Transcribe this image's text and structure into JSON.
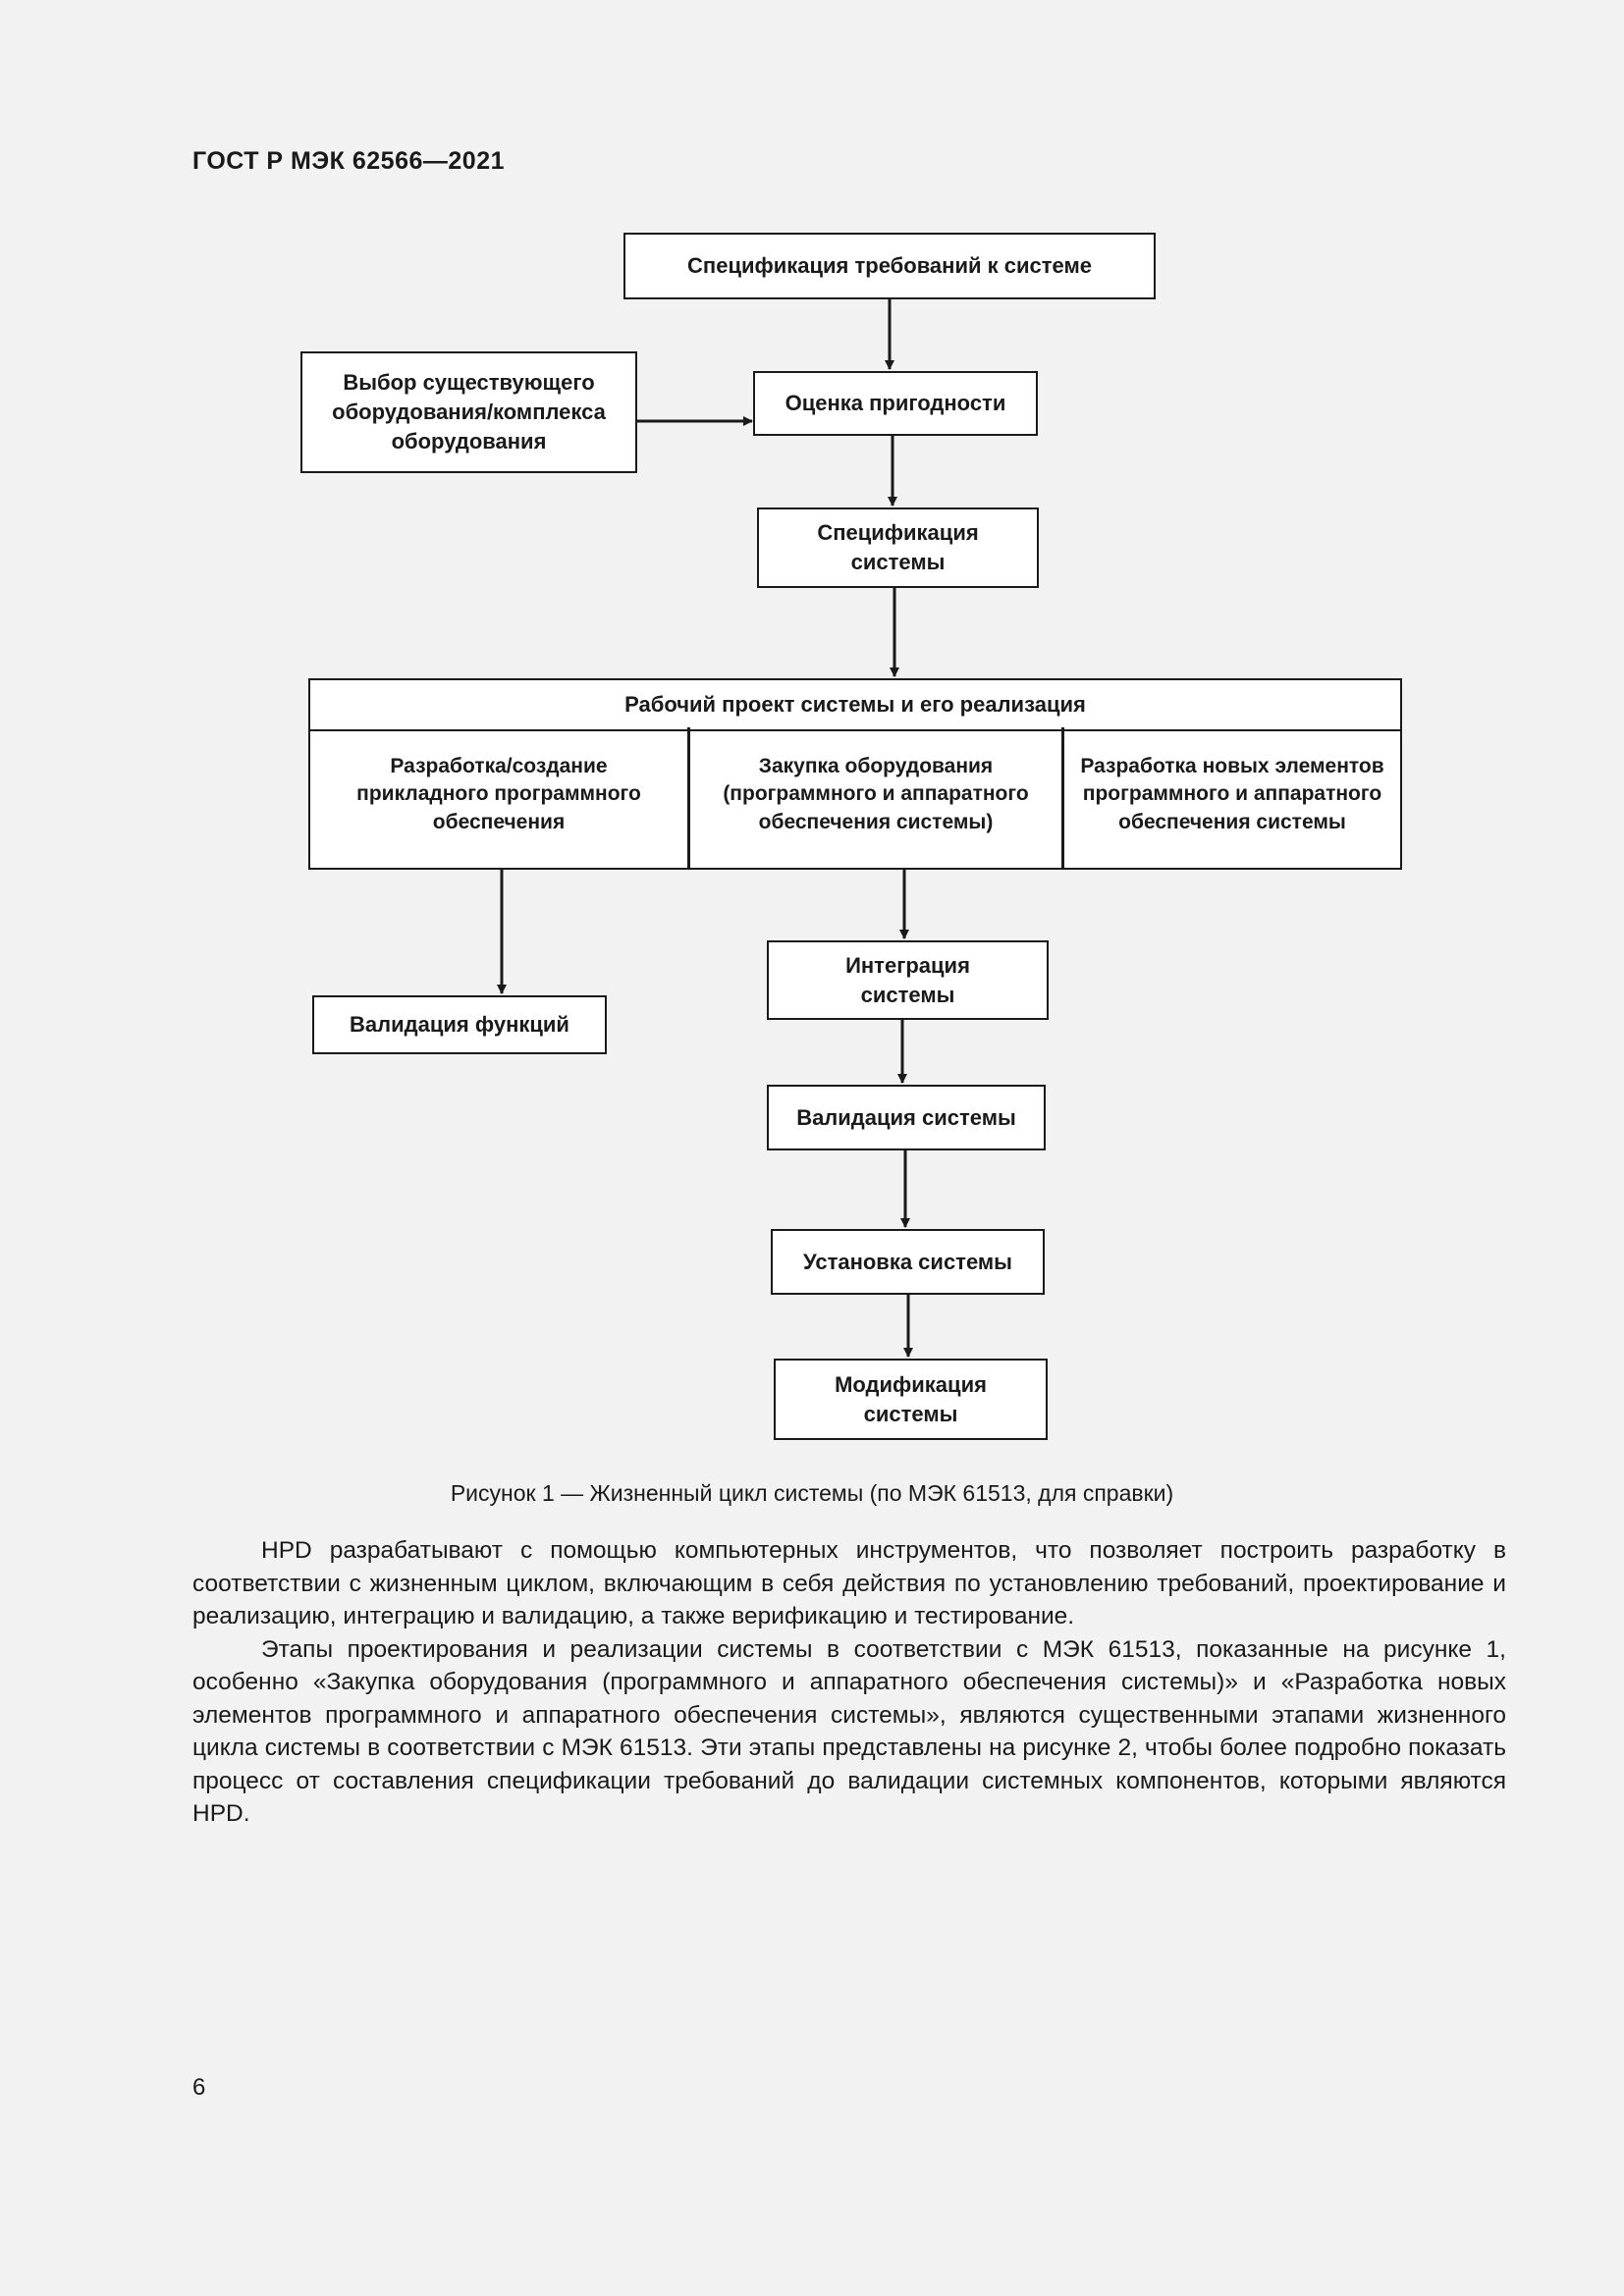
{
  "header": {
    "title": "ГОСТ Р МЭК 62566—2021"
  },
  "diagram": {
    "nodes": {
      "spec_req": "Спецификация требований к системе",
      "select_existing": [
        "Выбор существующего",
        "оборудования/комплекса",
        "оборудования"
      ],
      "suitability": "Оценка пригодности",
      "system_spec": [
        "Спецификация",
        "системы"
      ],
      "work_project": "Рабочий проект системы и его реализация",
      "dev_app": [
        "Разработка/создание",
        "прикладного программного",
        "обеспечения"
      ],
      "procurement": [
        "Закупка оборудования",
        "(программного и аппаратного",
        "обеспечения системы)"
      ],
      "dev_new": [
        "Разработка новых элементов",
        "программного и аппаратного",
        "обеспечения системы"
      ],
      "validation_functions": "Валидация функций",
      "integration": [
        "Интеграция",
        "системы"
      ],
      "validation_system": "Валидация системы",
      "installation": "Установка системы",
      "modification": [
        "Модификация",
        "системы"
      ]
    }
  },
  "caption": "Рисунок 1 — Жизненный цикл системы (по МЭК 61513, для справки)",
  "body": {
    "paragraphs": [
      "HPD разрабатывают с помощью компьютерных инструментов, что позволяет построить разработку в соответствии с жизненным циклом, включающим в себя действия по установлению требований, проектирование и реализацию, интеграцию и валидацию, а также верификацию и тестирование.",
      "Этапы проектирования и реализации системы в соответствии с МЭК 61513, показанные на рисунке 1, особенно «Закупка оборудования (программного и аппаратного обеспечения системы)» и «Разработка новых элементов программного и аппаратного обеспечения системы», являются существенными этапами жизненного цикла системы в соответствии с МЭК 61513. Эти этапы представлены на рисунке 2, чтобы более подробно показать процесс от составления спецификации требований до валидации системных компонентов, которыми являются HPD."
    ]
  },
  "page_number": "6"
}
